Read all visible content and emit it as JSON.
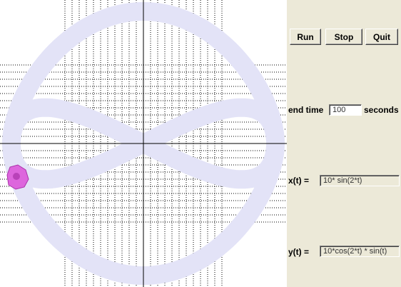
{
  "plot": {
    "grid_color": "#000000",
    "trail_color": "#e3e3f7",
    "marker_color": "#dd66dd",
    "marker_outline": "#aa33aa"
  },
  "controls": {
    "run_label": "Run",
    "stop_label": "Stop",
    "quit_label": "Quit",
    "end_time_label": "end time",
    "end_time_value": "100",
    "seconds_label": "seconds",
    "x_label": "x(t) =",
    "x_expr": "10* sin(2*t)",
    "y_label": "y(t) =",
    "y_expr": "10*cos(2*t) * sin(t)"
  }
}
